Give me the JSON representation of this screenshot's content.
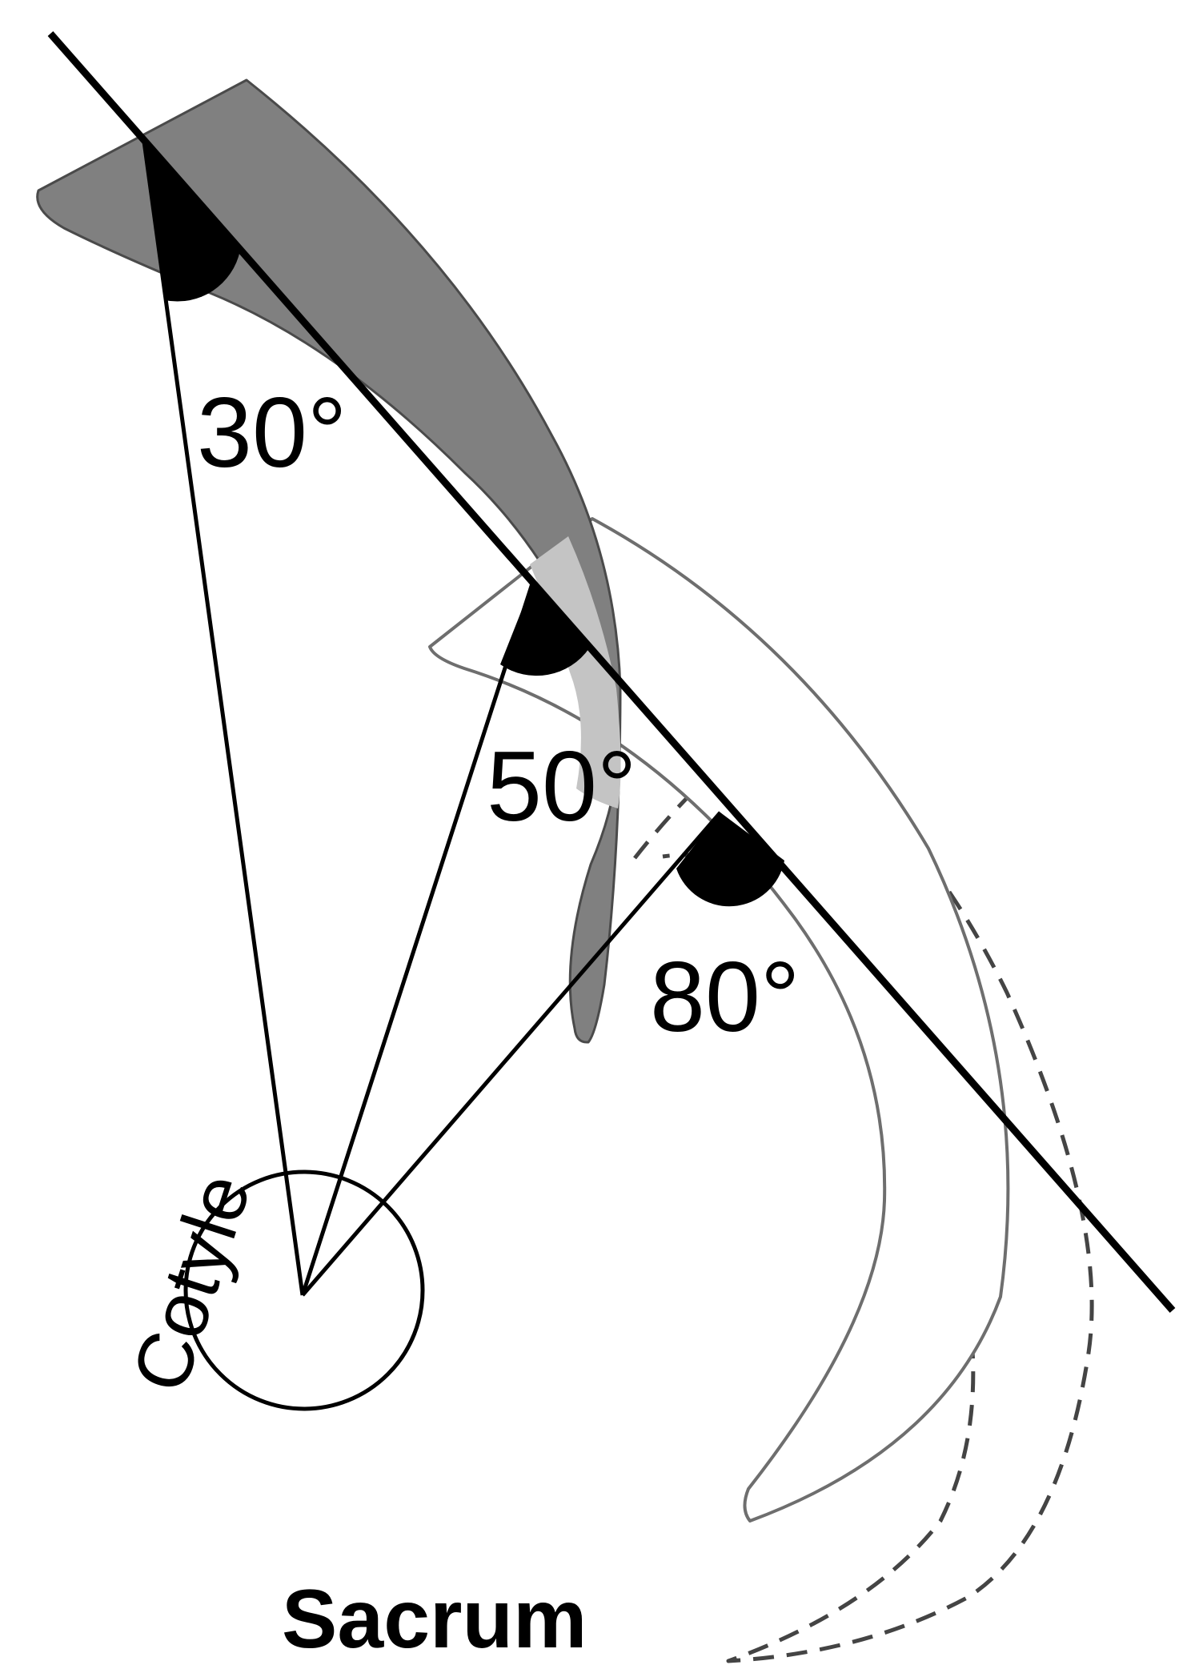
{
  "labels": {
    "angle_30": "30°",
    "angle_50": "50°",
    "angle_80": "80°",
    "cotyle": "Cotyle",
    "sacrum": "Sacrum"
  },
  "colors": {
    "sacrum_30": "#808080",
    "sacrum_50_overlap": "#c4c4c4",
    "sacrum_80_outline": "#6e6e6e",
    "dashed_outline": "#444444",
    "lines": "#000000"
  }
}
